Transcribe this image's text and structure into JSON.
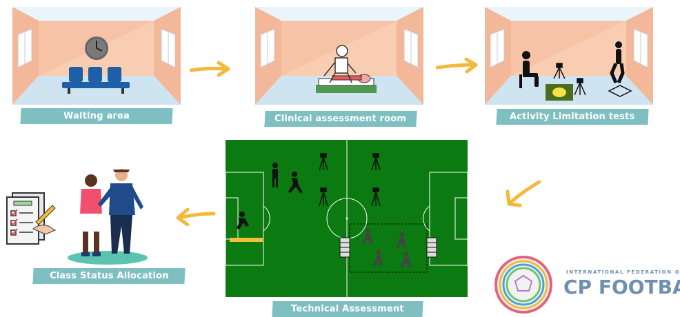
{
  "stages": {
    "waiting": {
      "label": "Waiting area"
    },
    "clinical": {
      "label": "Clinical assessment room"
    },
    "activity": {
      "label": "Activity Limitation tests"
    },
    "technical": {
      "label": "Technical Assessment"
    },
    "class": {
      "label": "Class Status Allocation"
    }
  },
  "logo": {
    "line1": "INTERNATIONAL FEDERATION OF",
    "line2": "CP FOOTBALL"
  },
  "colors": {
    "wall": "#f7c8ac",
    "floor": "#cfe8f4",
    "label_bg": "#7fbfc1",
    "arrow": "#f2b93a",
    "pitch": "#0b7a10",
    "logo_text": "#6f8fb0"
  },
  "icons": [
    "clock-icon",
    "waiting-chairs-icon",
    "therapist-icon",
    "treatment-bed-icon",
    "seated-person-icon",
    "tripod-icon",
    "balance-board-icon",
    "jumping-person-icon",
    "player-icon",
    "goal-icon",
    "clipboard-checklist-icon",
    "footballer-icon",
    "coach-icon"
  ]
}
